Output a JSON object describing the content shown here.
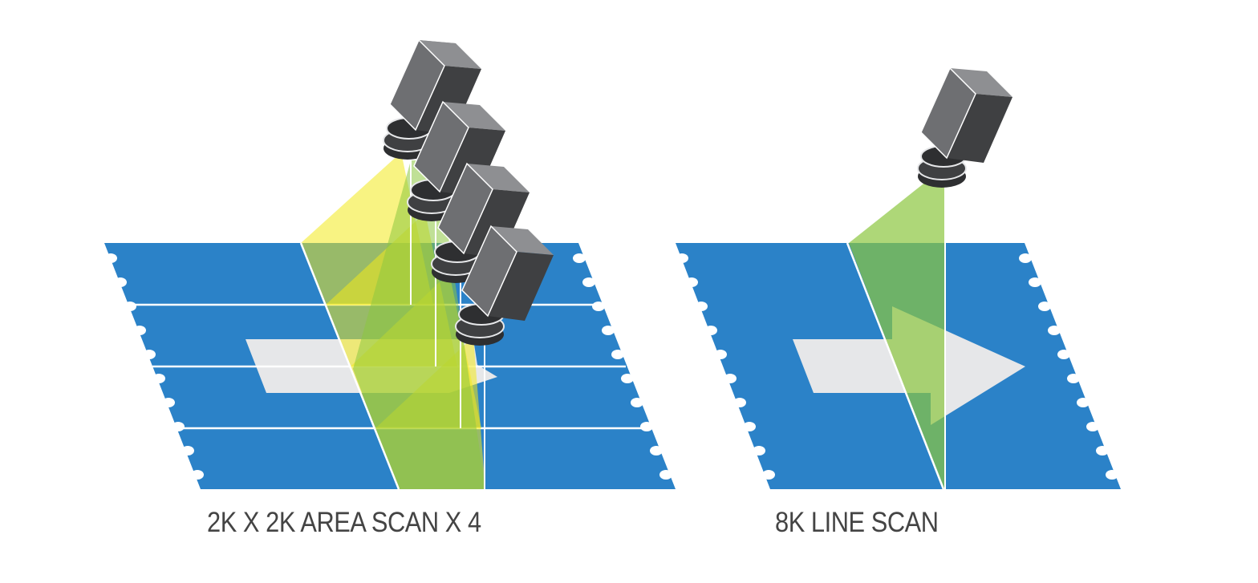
{
  "diagrams": [
    {
      "id": "area-scan",
      "caption": "2K X 2K AREA SCAN X 4",
      "camera_count": 4
    },
    {
      "id": "line-scan",
      "caption": "8K LINE SCAN",
      "camera_count": 1
    }
  ],
  "colors": {
    "web": "#2b82c8",
    "arrow": "#e6e7e9",
    "area_beam": "#f2ea1b",
    "line_beam": "#8cc63f",
    "camera_front": "#6e6f72",
    "camera_side": "#3f4042",
    "camera_top": "#8e8f92",
    "lens_dark": "#2e2f31",
    "caption_text": "#444444"
  }
}
